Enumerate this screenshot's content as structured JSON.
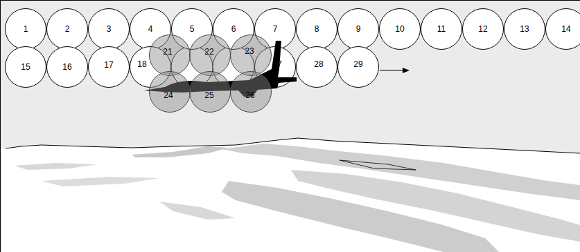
{
  "diagram": {
    "nodes": [
      {
        "text": [
          "1"
        ]
      },
      {
        "text": [
          "2"
        ]
      },
      {
        "text": [
          "3"
        ]
      },
      {
        "text": [
          "4"
        ]
      },
      {
        "text": [
          "5"
        ]
      },
      {
        "text": [
          "6"
        ]
      },
      {
        "text": [
          "7"
        ]
      },
      {
        "text": [
          "8"
        ]
      },
      {
        "text": [
          "9"
        ]
      },
      {
        "text": [
          "10"
        ]
      },
      {
        "text": [
          "11"
        ]
      },
      {
        "text": [
          "12"
        ]
      },
      {
        "text": [
          "13"
        ]
      },
      {
        "text": [
          "14"
        ]
      },
      {
        "text": [
          "15"
        ]
      },
      {
        "text": [
          "16"
        ]
      },
      {
        "text": [
          "17"
        ]
      },
      {
        "text": [
          "18"
        ]
      },
      {
        "text": [
          "21"
        ]
      },
      {
        "text": [
          "22"
        ]
      },
      {
        "text": [
          "23"
        ]
      },
      {
        "text": [
          "24"
        ]
      },
      {
        "text": [
          "25"
        ]
      },
      {
        "text": [
          "26"
        ]
      },
      {
        "text": [
          "27"
        ]
      },
      {
        "text": [
          "28"
        ]
      },
      {
        "text": [
          "29"
        ]
      }
    ]
  }
}
